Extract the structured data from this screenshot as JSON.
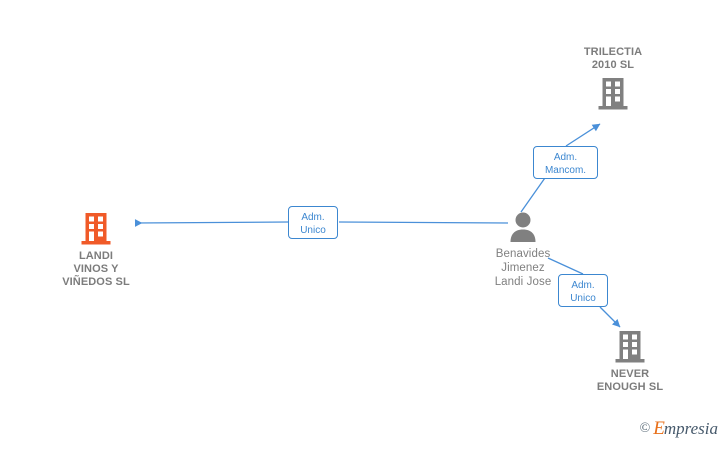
{
  "graph": {
    "nodes": [
      {
        "id": "landi",
        "label": "LANDI\nVINOS Y\nVIÑEDOS SL",
        "type": "company",
        "icon": "building-icon",
        "color": "#f05a28"
      },
      {
        "id": "trilectia",
        "label": "TRILECTIA\n2010 SL",
        "type": "company",
        "icon": "building-icon",
        "color": "#808080"
      },
      {
        "id": "person",
        "label": "Benavides\nJimenez\nLandi Jose",
        "type": "person",
        "icon": "person-icon",
        "color": "#808080"
      },
      {
        "id": "never",
        "label": "NEVER\nENOUGH SL",
        "type": "company",
        "icon": "building-icon",
        "color": "#808080"
      }
    ],
    "edges": [
      {
        "id": "edge-mancom",
        "from": "person",
        "to": "trilectia",
        "label": "Adm.\nMancom."
      },
      {
        "id": "edge-unico-landi",
        "from": "person",
        "to": "landi",
        "label": "Adm.\nUnico"
      },
      {
        "id": "edge-unico-never",
        "from": "person",
        "to": "never",
        "label": "Adm.\nUnico"
      }
    ],
    "edge_color": "#4a90d9"
  },
  "watermark": {
    "copyright": "©",
    "brand_initial": "E",
    "brand_rest": "mpresia"
  }
}
